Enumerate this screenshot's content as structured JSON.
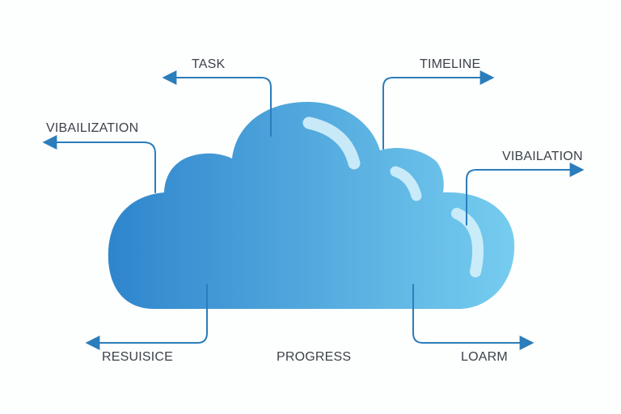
{
  "diagram": {
    "center": {
      "shape": "cloud-icon",
      "gradient_start": "#2f85cc",
      "gradient_end": "#76cdef",
      "highlight_color": "#d4f0fb"
    },
    "connector_color": "#2b7dbb",
    "labels": {
      "task": "TASK",
      "timeline": "TIMELINE",
      "vibailization": "VIBAILIZATION",
      "vibailation": "VIBAILATION",
      "resuisice": "RESUISICE",
      "progress": "PROGRESS",
      "loarm": "LOARM"
    }
  }
}
